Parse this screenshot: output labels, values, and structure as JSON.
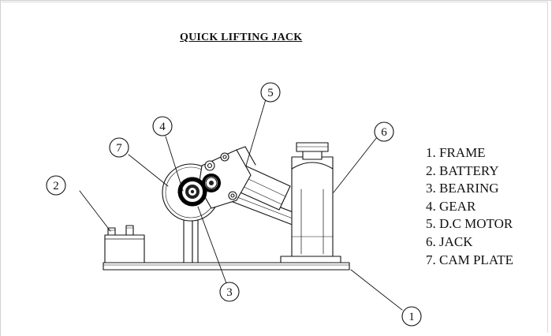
{
  "title": "QUICK LIFTING JACK",
  "legend": [
    "1. FRAME",
    "2. BATTERY",
    "3. BEARING",
    "4. GEAR",
    "5. D.C MOTOR",
    "6. JACK",
    "7. CAM PLATE"
  ],
  "callouts": {
    "frame": "1",
    "battery": "2",
    "bearing": "3",
    "gear": "4",
    "motor": "5",
    "jack": "6",
    "cam_plate": "7"
  }
}
